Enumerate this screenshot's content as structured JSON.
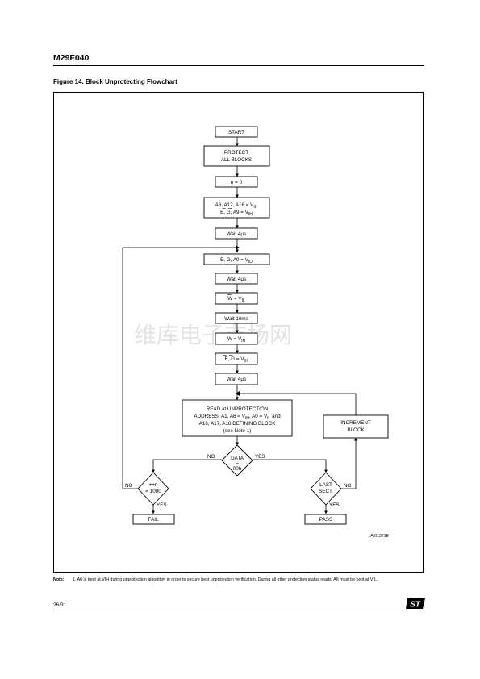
{
  "header": {
    "title": "M29F040"
  },
  "figure": {
    "caption": "Figure 14. Block Unprotecting Flowchart",
    "ref_code": "AI01371E",
    "watermark": "维库电子市场网",
    "nodes": {
      "start": "START",
      "protect_1": "PROTECT",
      "protect_2": "ALL BLOCKS",
      "n_zero": "n = 0",
      "set1_1_a": "A6, A12, A16 = V",
      "set1_1_sub": "IH",
      "set1_2_a": "E",
      "set1_2_b": ", ",
      "set1_2_c": "G",
      "set1_2_d": ", A9 = V",
      "set1_2_sub": "IH",
      "wait1": "Wait 4μs",
      "vid_a": "E",
      "vid_b": ", ",
      "vid_c": "G",
      "vid_d": ", A9 = V",
      "vid_sub": "ID",
      "wait2": "Wait 4μs",
      "wvil_a": "W",
      "wvil_b": " = V",
      "wvil_sub": "IL",
      "wait3": "Wait 10ms",
      "wvih_a": "W",
      "wvih_b": " = V",
      "wvih_sub": "IH",
      "eg_a": "E",
      "eg_b": ", ",
      "eg_c": "G",
      "eg_d": " = V",
      "eg_sub": "IH",
      "wait4": "Wait 4μs",
      "read_1": "READ at UNPROTECTION",
      "read_2a": "ADDRESS: A1, A6 = V",
      "read_2s1": "IH",
      "read_2b": ", A0 = V",
      "read_2s2": "IL",
      "read_2c": " and",
      "read_3": "A16, A17, A18 DEFINING BLOCK",
      "read_4": "(see Note 1)",
      "increment_1": "INCREMENT",
      "increment_2": "BLOCK",
      "data_1": "DATA",
      "data_2": "=",
      "data_3": "00h",
      "counter_1": "++n",
      "counter_2": "= 1000",
      "last_1": "LAST",
      "last_2": "SECT.",
      "fail": "FAIL",
      "pass": "PASS",
      "lbl_no_data": "NO",
      "lbl_yes_data": "YES",
      "lbl_no_counter": "NO",
      "lbl_yes_counter": "YES",
      "lbl_no_last": "NO",
      "lbl_yes_last": "YES"
    }
  },
  "note": {
    "label": "Note:",
    "text": "1. A6 is kept at VIH during unprotection algorithm in order to secure best unprotection verification. During all other protection status reads, A6 must be kept at VIL."
  },
  "footer": {
    "page": "26/31",
    "logo": "ST"
  }
}
